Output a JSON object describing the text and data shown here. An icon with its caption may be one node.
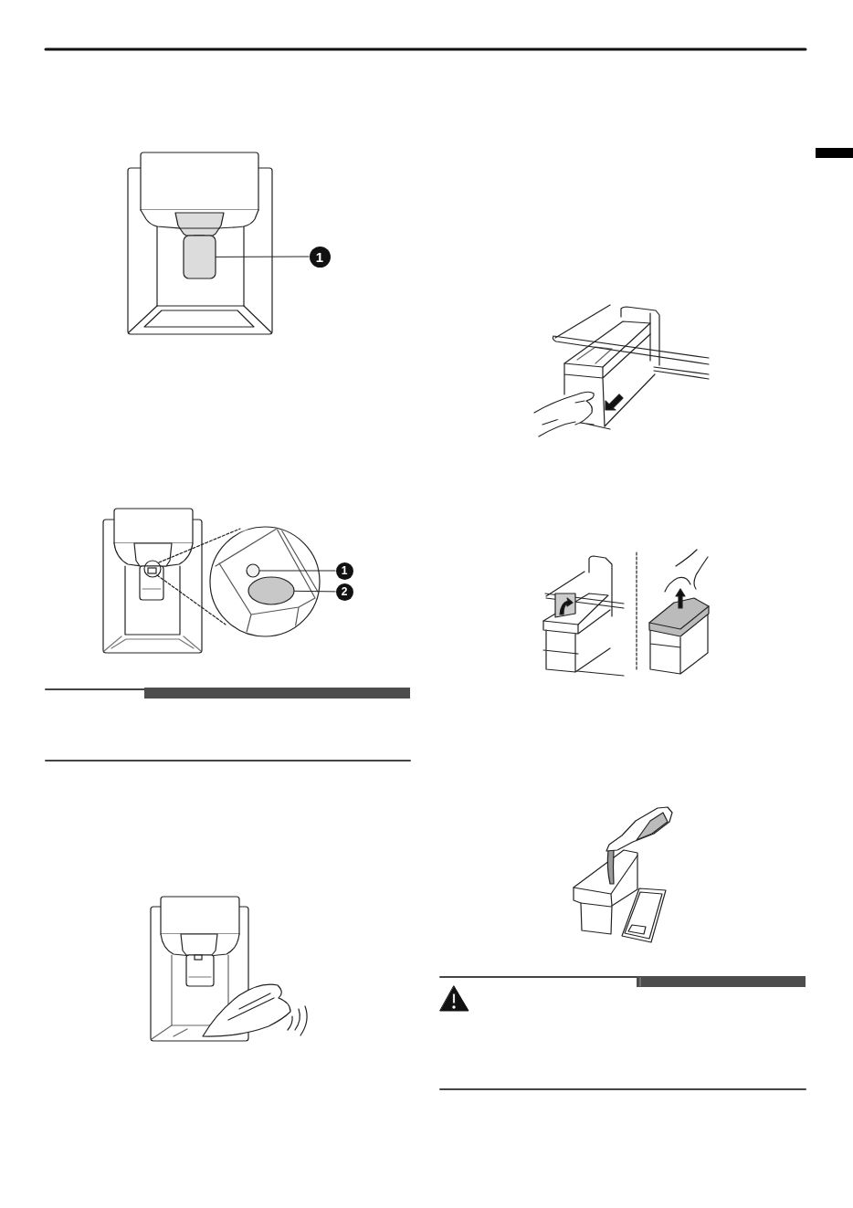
{
  "diagram": {
    "nodes": [
      {
        "text": [
          "1"
        ]
      },
      {
        "text": [],
        "shape": "box"
      },
      {
        "text": [
          "1"
        ]
      },
      {
        "text": [
          "2"
        ]
      },
      {
        "text": [],
        "shape": "circle"
      },
      {
        "text": [],
        "shape": "circle"
      }
    ],
    "edges": [
      {
        "from": 0,
        "to": 1,
        "arrow": "none"
      },
      {
        "from": 2,
        "to": 4,
        "arrow": "none"
      },
      {
        "from": 3,
        "to": 5,
        "arrow": "none"
      }
    ]
  }
}
